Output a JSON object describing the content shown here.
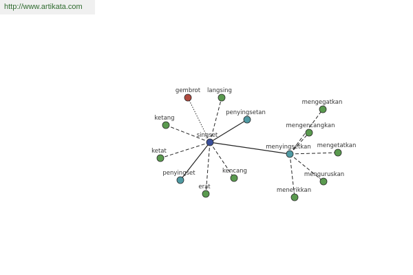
{
  "banner": {
    "url": "http://www.artikata.com",
    "background_color": "#f0f0f0",
    "text_color": "#2f6b2f"
  },
  "colors": {
    "hub": "#3a4f9a",
    "secondary_hub": "#4f9aa3",
    "synonym": "#5a9a4f",
    "antonym": "#b04a3f",
    "edge": "#222222"
  },
  "nodes": [
    {
      "id": "singset",
      "label": "singset",
      "kind": "hub"
    },
    {
      "id": "menyingsetkan",
      "label": "menyingsetkan",
      "kind": "secondary_hub"
    },
    {
      "id": "gembrot",
      "label": "gembrot",
      "kind": "antonym"
    },
    {
      "id": "langsing",
      "label": "langsing",
      "kind": "synonym"
    },
    {
      "id": "penyingsetan",
      "label": "penyingsetan",
      "kind": "secondary_hub"
    },
    {
      "id": "ketang",
      "label": "ketang",
      "kind": "synonym"
    },
    {
      "id": "ketat",
      "label": "ketat",
      "kind": "synonym"
    },
    {
      "id": "penyingset",
      "label": "penyingset",
      "kind": "secondary_hub"
    },
    {
      "id": "erat",
      "label": "erat",
      "kind": "synonym"
    },
    {
      "id": "kencang",
      "label": "kencang",
      "kind": "synonym"
    },
    {
      "id": "mengegatkan",
      "label": "mengegatkan",
      "kind": "synonym"
    },
    {
      "id": "mengencangkan",
      "label": "mengencangkan",
      "kind": "synonym"
    },
    {
      "id": "mengetatkan",
      "label": "mengetatkan",
      "kind": "synonym"
    },
    {
      "id": "menguruskan",
      "label": "menguruskan",
      "kind": "synonym"
    },
    {
      "id": "menerikkan",
      "label": "menerikkan",
      "kind": "synonym"
    }
  ],
  "edges": [
    {
      "from": "singset",
      "to": "gembrot",
      "style": "dotted"
    },
    {
      "from": "singset",
      "to": "langsing",
      "style": "dashed"
    },
    {
      "from": "singset",
      "to": "penyingsetan",
      "style": "solid"
    },
    {
      "from": "singset",
      "to": "ketang",
      "style": "dashed"
    },
    {
      "from": "singset",
      "to": "ketat",
      "style": "dashed"
    },
    {
      "from": "singset",
      "to": "penyingset",
      "style": "solid"
    },
    {
      "from": "singset",
      "to": "erat",
      "style": "dashed"
    },
    {
      "from": "singset",
      "to": "kencang",
      "style": "dashed"
    },
    {
      "from": "singset",
      "to": "menyingsetkan",
      "style": "solid"
    },
    {
      "from": "menyingsetkan",
      "to": "mengegatkan",
      "style": "dashed"
    },
    {
      "from": "menyingsetkan",
      "to": "mengencangkan",
      "style": "dashed"
    },
    {
      "from": "menyingsetkan",
      "to": "mengetatkan",
      "style": "dashed"
    },
    {
      "from": "menyingsetkan",
      "to": "menguruskan",
      "style": "dashed"
    },
    {
      "from": "menyingsetkan",
      "to": "menerikkan",
      "style": "dashed"
    }
  ]
}
